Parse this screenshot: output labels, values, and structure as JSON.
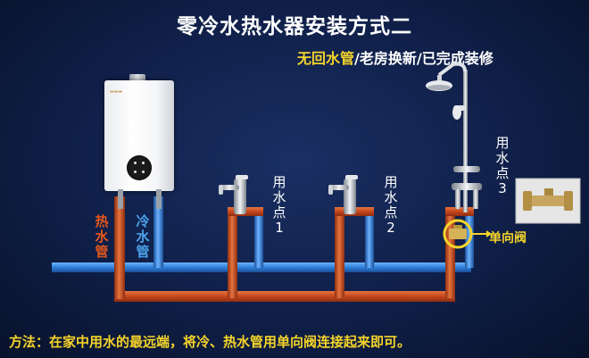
{
  "title": "零冷水热水器安装方式二",
  "subtitle": {
    "highlight": "无回水管",
    "rest": "/老房换新/已完成装修"
  },
  "labels": {
    "hot_pipe": "热水管",
    "cold_pipe": "冷水管",
    "point1": "用水点1",
    "point2": "用水点2",
    "point3": "用水点3",
    "check_valve": "单向阀"
  },
  "method_note": "方法：在家中用水的最远端，将冷、热水管用单向阀连接起来即可。",
  "colors": {
    "hot": "#c5461d",
    "cold": "#2f7fd8",
    "highlight": "#f5d42a",
    "background": "#0f1f48"
  }
}
